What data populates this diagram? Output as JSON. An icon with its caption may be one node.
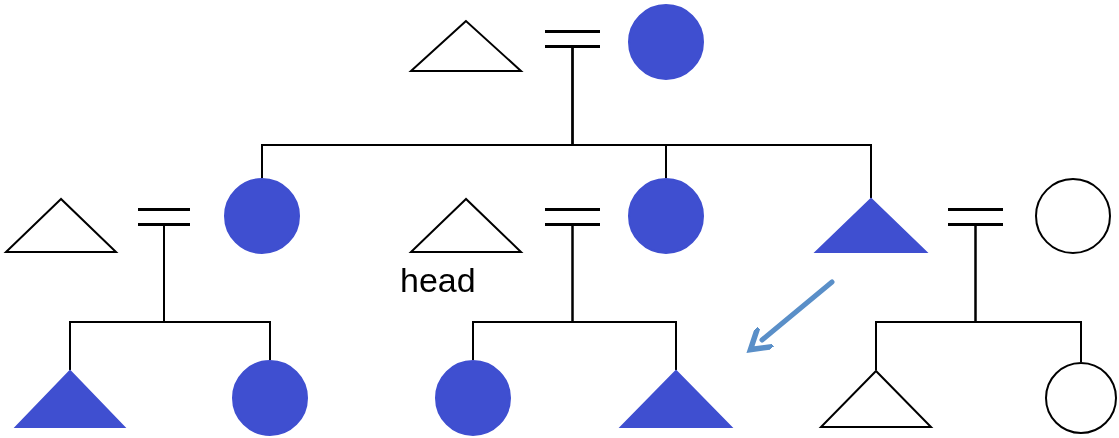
{
  "diagram": {
    "nodes": [
      {
        "text": [],
        "shape": "triangle"
      },
      {
        "text": [],
        "shape": "equals"
      },
      {
        "text": [],
        "shape": "circle"
      },
      {
        "text": [],
        "shape": "triangle"
      },
      {
        "text": [],
        "shape": "equals"
      },
      {
        "text": [],
        "shape": "circle"
      },
      {
        "text": [],
        "shape": "triangle",
        "beside": [
          "head"
        ]
      },
      {
        "text": [],
        "shape": "equals"
      },
      {
        "text": [],
        "shape": "circle"
      },
      {
        "text": [],
        "shape": "triangle"
      },
      {
        "text": [],
        "shape": "equals"
      },
      {
        "text": [],
        "shape": "circle"
      },
      {
        "text": [],
        "shape": "triangle"
      },
      {
        "text": [],
        "shape": "circle"
      },
      {
        "text": [],
        "shape": "circle"
      },
      {
        "text": [],
        "shape": "triangle"
      },
      {
        "text": [],
        "shape": "triangle"
      },
      {
        "text": [],
        "shape": "circle"
      }
    ],
    "edges": [
      {
        "from": 1,
        "to": 5,
        "arrow": "none"
      },
      {
        "from": 1,
        "to": 8,
        "arrow": "none"
      },
      {
        "from": 1,
        "to": 9,
        "arrow": "none"
      },
      {
        "from": 4,
        "to": 12,
        "arrow": "none"
      },
      {
        "from": 4,
        "to": 13,
        "arrow": "none"
      },
      {
        "from": 7,
        "to": 14,
        "arrow": "none"
      },
      {
        "from": 7,
        "to": 15,
        "arrow": "none"
      },
      {
        "from": 10,
        "to": 16,
        "arrow": "none"
      },
      {
        "from": 10,
        "to": 17,
        "arrow": "none"
      }
    ]
  }
}
